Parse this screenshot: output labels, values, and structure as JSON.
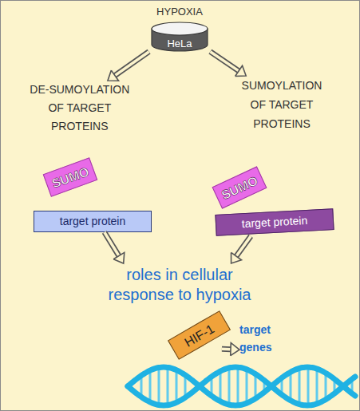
{
  "diagram": {
    "nodes": [
      {
        "text": [
          "HYPOXIA",
          "HeLa"
        ]
      },
      {
        "text": [
          "DE-SUMOYLATION OF TARGET PROTEINS"
        ]
      },
      {
        "text": [
          "SUMOYLATION OF TARGET PROTEINS"
        ]
      },
      {
        "text": [
          "SUMO"
        ]
      },
      {
        "text": [
          "target protein"
        ]
      },
      {
        "text": [
          "SUMO"
        ]
      },
      {
        "text": [
          "target protein"
        ]
      },
      {
        "text": [
          "roles in cellular response to hypoxia"
        ]
      },
      {
        "text": [
          "HIF-1"
        ]
      },
      {
        "text": [
          "target genes"
        ]
      }
    ],
    "edges": [
      {
        "from": 0,
        "to": 1,
        "arrow": "to"
      },
      {
        "from": 0,
        "to": 2,
        "arrow": "to"
      },
      {
        "from": 4,
        "to": 7,
        "arrow": "to"
      },
      {
        "from": 6,
        "to": 7,
        "arrow": "to"
      },
      {
        "from": 8,
        "to": 9,
        "arrow": "to"
      }
    ]
  }
}
